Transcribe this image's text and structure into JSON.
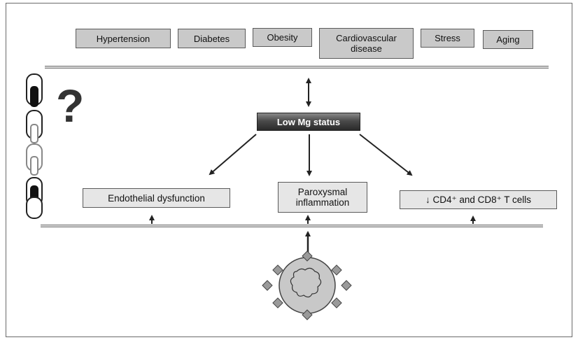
{
  "risk_factors": [
    {
      "label": "Hypertension"
    },
    {
      "label": "Diabetes"
    },
    {
      "label": "Obesity"
    },
    {
      "label": "Cardiovascular\ndisease"
    },
    {
      "label": "Stress"
    },
    {
      "label": "Aging"
    }
  ],
  "center": {
    "label": "Low Mg status"
  },
  "outcomes": [
    {
      "label": "Endothelial dysfunction"
    },
    {
      "label": "Paroxysmal\ninflammation"
    },
    {
      "label": "↓ CD4⁺ and CD8⁺ T cells"
    }
  ],
  "question_mark": "?",
  "icons": [
    "chain-icon",
    "virus-icon"
  ]
}
